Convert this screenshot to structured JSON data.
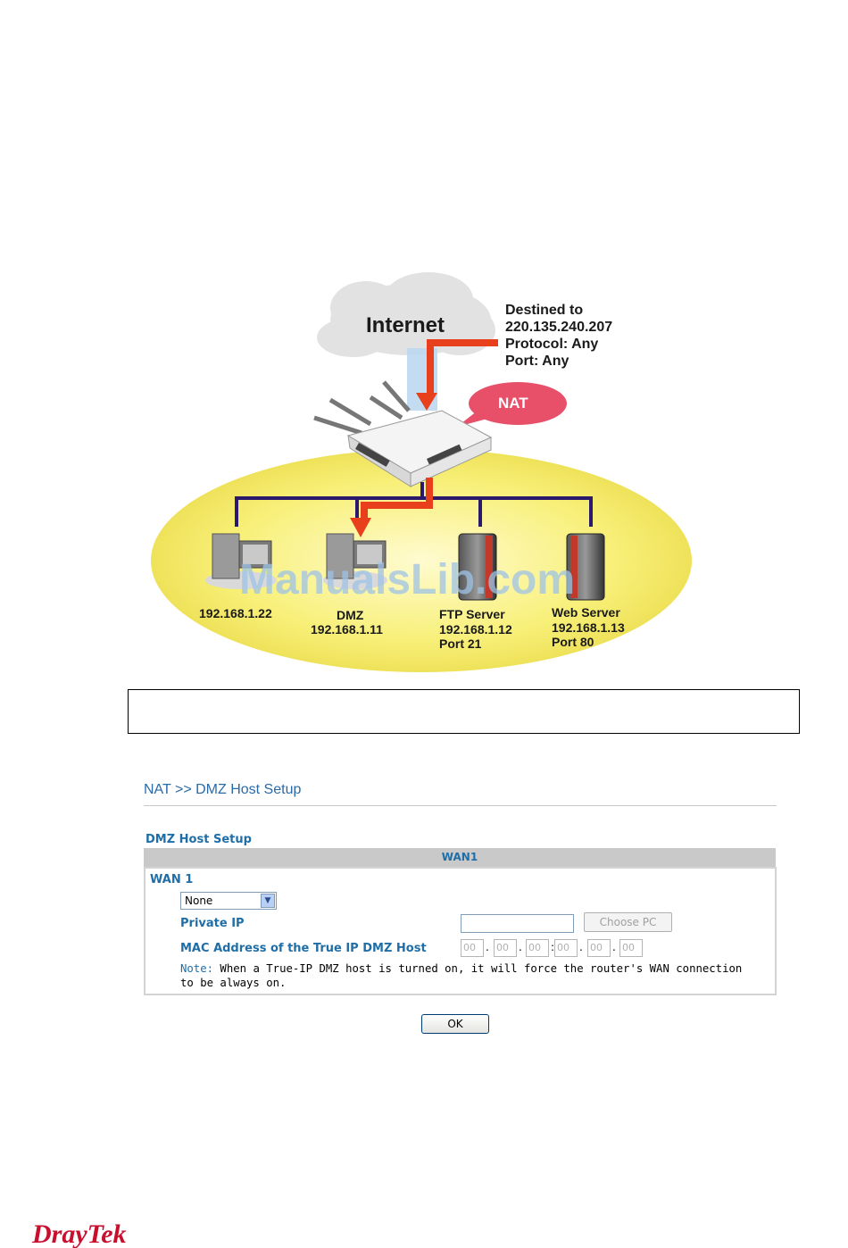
{
  "diagram": {
    "cloud_label": "Internet",
    "destination_lines": [
      "Destined to",
      "220.135.240.207",
      "Protocol: Any",
      "Port: Any"
    ],
    "nat_label": "NAT",
    "hosts": [
      {
        "lines": [
          "192.168.1.22"
        ]
      },
      {
        "lines": [
          "DMZ",
          "192.168.1.11"
        ]
      },
      {
        "lines": [
          "FTP Server",
          "192.168.1.12",
          "Port 21"
        ]
      },
      {
        "lines": [
          "Web Server",
          "192.168.1.13",
          "Port 80"
        ]
      }
    ],
    "watermark": "ManualsLib.com"
  },
  "page_title": "NAT >> DMZ Host Setup",
  "section_title": "DMZ Host Setup",
  "wan_header": "WAN1",
  "form": {
    "wan_label": "WAN 1",
    "mode_selected": "None",
    "private_ip_label": "Private IP",
    "private_ip_value": "",
    "choose_pc_label": "Choose PC",
    "mac_label": "MAC Address of the True IP DMZ Host",
    "mac_octets": [
      "00",
      "00",
      "00",
      "00",
      "00",
      "00"
    ],
    "note_label": "Note:",
    "note_text": " When a True-IP DMZ host is turned on, it will force the router's WAN connection to be always on.",
    "ok_label": "OK"
  },
  "logo": {
    "text_dray": "Dray",
    "text_tek": "Tek",
    "color_dray": "#c8102e",
    "color_tek": "#c8102e"
  },
  "colors": {
    "accent": "#1f6ea8",
    "arrow": "#e8401c",
    "lan_line": "#2b1a6b",
    "lan_ellipse": "#f8f07a",
    "nat_bubble": "#e8506a"
  }
}
